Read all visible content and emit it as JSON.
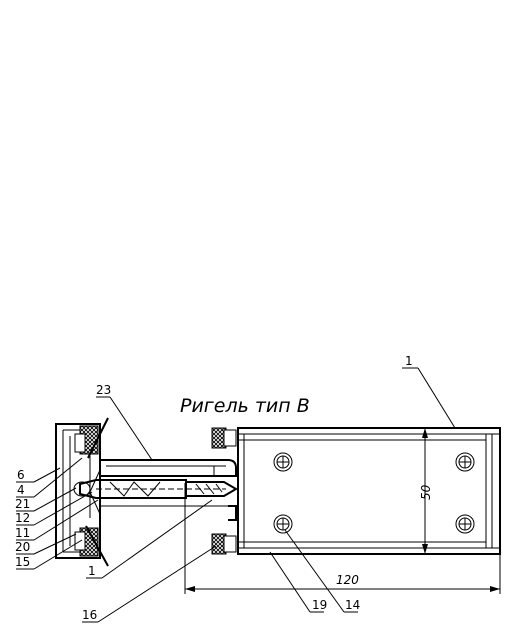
{
  "title": "Ригель тип В",
  "dimensions": {
    "width": "120",
    "height": "50"
  },
  "labels": {
    "l1_top": "1",
    "l23": "23",
    "l6": "6",
    "l4": "4",
    "l21": "21",
    "l12": "12",
    "l11": "11",
    "l20": "20",
    "l15": "15",
    "l1_bottom": "1",
    "l16": "16",
    "l19": "19",
    "l14": "14"
  }
}
